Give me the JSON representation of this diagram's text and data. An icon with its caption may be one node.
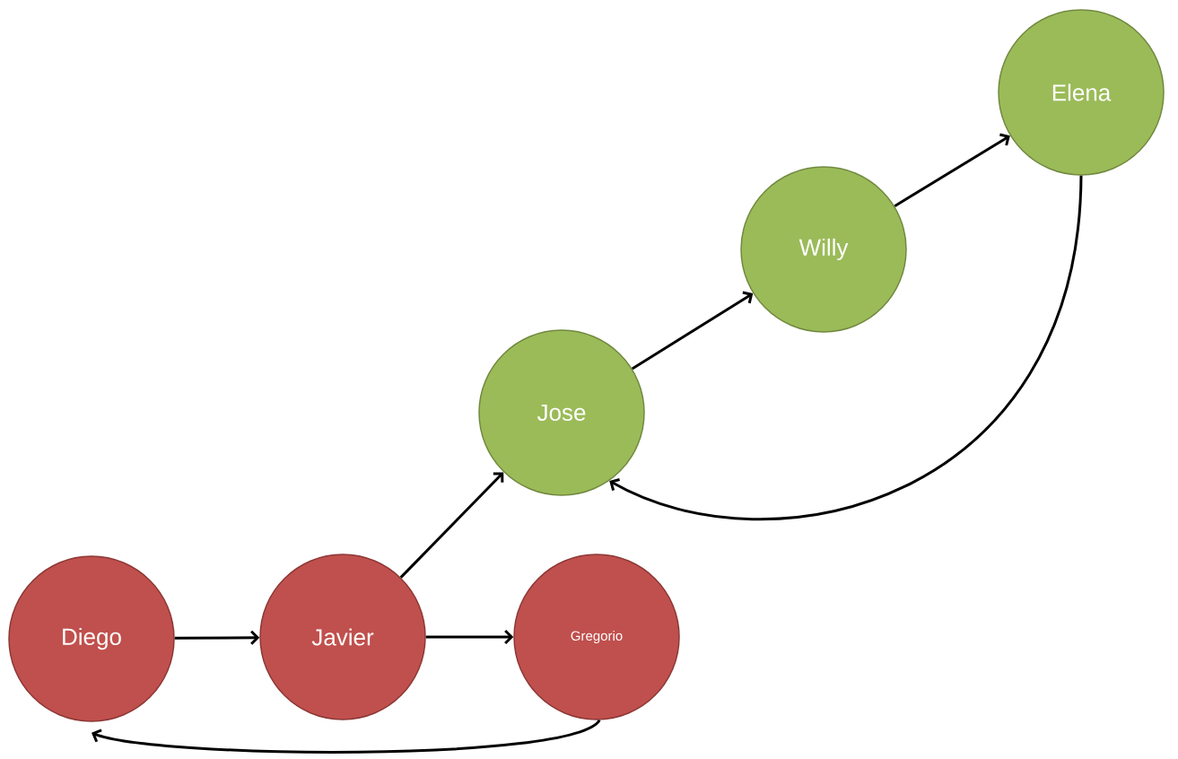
{
  "diagram": {
    "nodes": [
      {
        "text": [
          "Diego"
        ]
      },
      {
        "text": [
          "Javier"
        ]
      },
      {
        "text": [
          "Gregorio"
        ]
      },
      {
        "text": [
          "Jose"
        ]
      },
      {
        "text": [
          "Willy"
        ]
      },
      {
        "text": [
          "Elena"
        ]
      }
    ],
    "edges": [
      {
        "from": 0,
        "to": 1,
        "arrow": "to"
      },
      {
        "from": 1,
        "to": 2,
        "arrow": "to"
      },
      {
        "from": 1,
        "to": 3,
        "arrow": "to"
      },
      {
        "from": 3,
        "to": 4,
        "arrow": "to"
      },
      {
        "from": 4,
        "to": 5,
        "arrow": "to"
      },
      {
        "from": 5,
        "to": 3,
        "arrow": "to"
      },
      {
        "from": 2,
        "to": 0,
        "arrow": "to"
      }
    ]
  }
}
